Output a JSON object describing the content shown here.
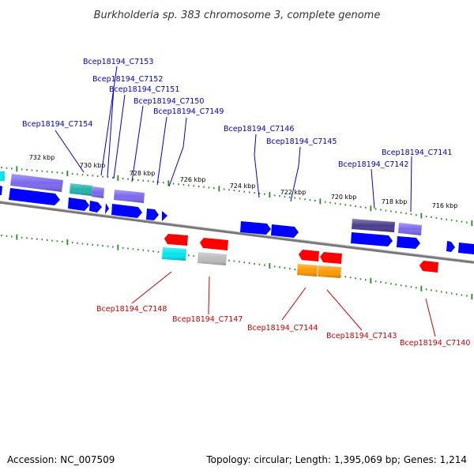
{
  "title": "Burkholderia sp. 383 chromosome 3, complete genome",
  "footer": {
    "accession": "Accession: NC_007509",
    "summary": "Topology: circular; Length: 1,395,069 bp; Genes: 1,214"
  },
  "scale": {
    "labels": [
      "732 kbp",
      "730 kbp",
      "728 kbp",
      "726 kbp",
      "724 kbp",
      "722 kbp",
      "720 kbp",
      "718 kbp",
      "716 kbp"
    ]
  },
  "labeled_genes_forward": [
    "Bcep18194_C7154",
    "Bcep18194_C7153",
    "Bcep18194_C7152",
    "Bcep18194_C7151",
    "Bcep18194_C7150",
    "Bcep18194_C7149",
    "Bcep18194_C7146",
    "Bcep18194_C7145",
    "Bcep18194_C7142",
    "Bcep18194_C7141"
  ],
  "labeled_genes_reverse": [
    "Bcep18194_C7148",
    "Bcep18194_C7147",
    "Bcep18194_C7144",
    "Bcep18194_C7143",
    "Bcep18194_C7140"
  ],
  "colors": {
    "forward_label": "#0000cc",
    "reverse_label": "#cc0000",
    "backbone": "#777777",
    "tick": "#228b22",
    "blue": "#0000ff",
    "purple": "#7b68ee",
    "dark_purple": "#483d8b",
    "cyan": "#00e5ee",
    "teal": "#20b2aa",
    "red": "#ff0000",
    "orange": "#ff9900",
    "gray": "#bbbbbb"
  }
}
